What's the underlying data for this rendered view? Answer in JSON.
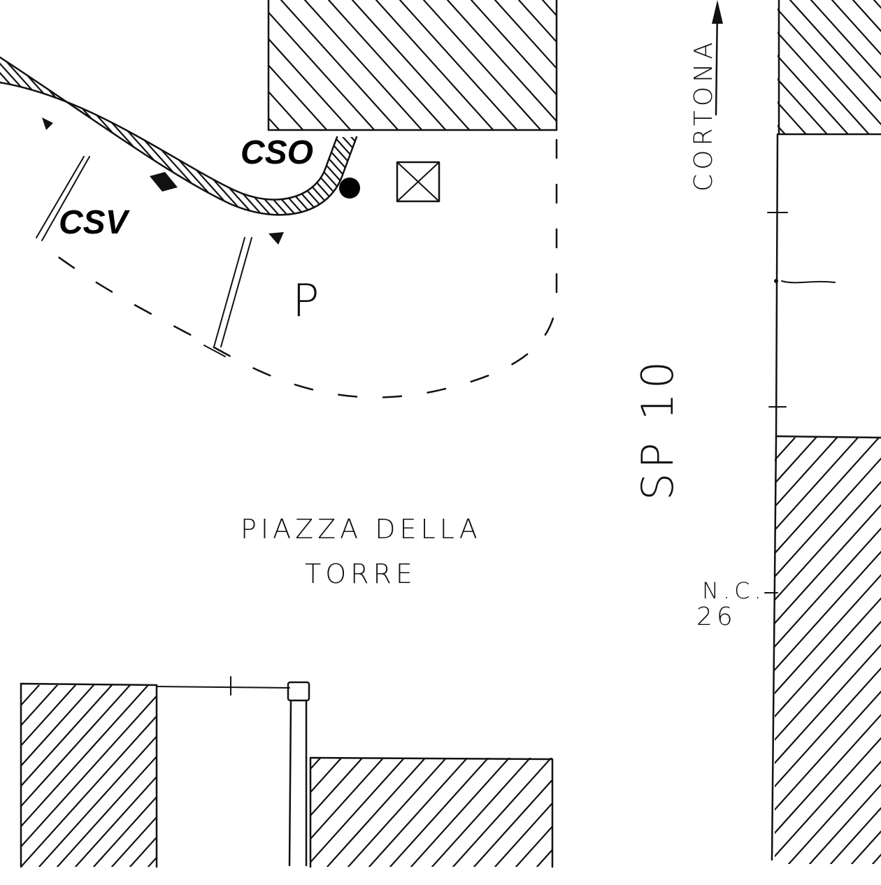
{
  "labels": {
    "cso": "CSO",
    "csv": "CSV",
    "parking": "P",
    "square_line1": "PIAZZA DELLA",
    "square_line2": "TORRE",
    "road": "SP 10",
    "direction": "CORTONA",
    "house_number_line1": "N.C.",
    "house_number_line2": "26"
  },
  "colors": {
    "ink": "#111111",
    "background": "#ffffff"
  }
}
